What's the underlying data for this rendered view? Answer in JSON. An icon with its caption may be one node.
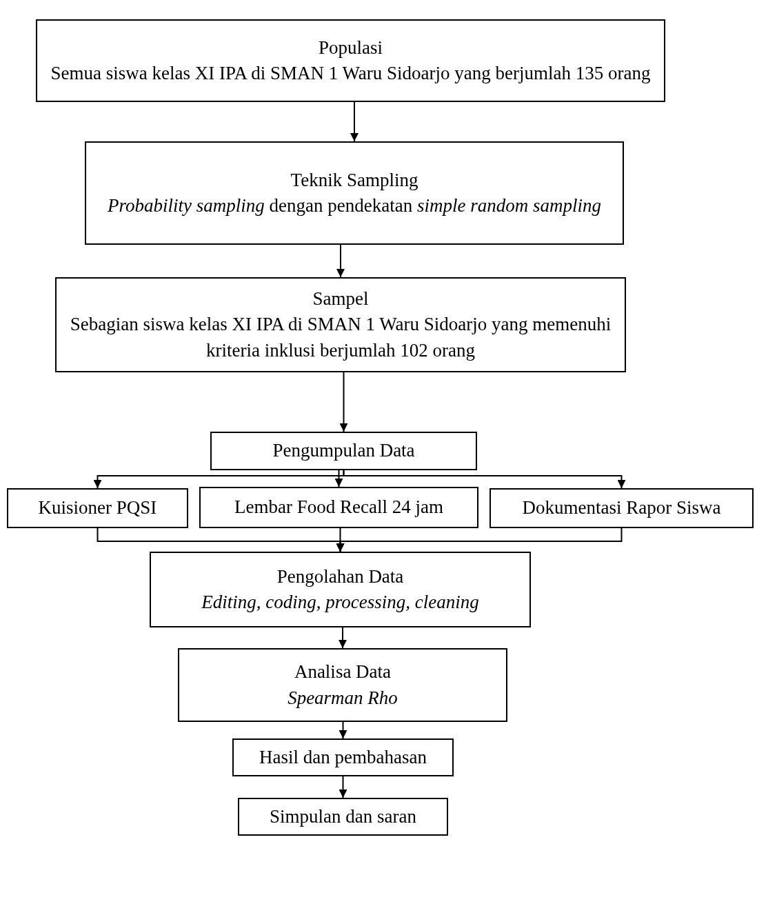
{
  "diagram": {
    "nodes": [
      {
        "text": [
          "Populasi",
          "Semua siswa kelas XI IPA di SMAN 1 Waru Sidoarjo yang berjumlah 135 orang"
        ]
      },
      {
        "text": [
          "Teknik Sampling",
          "*Probability sampling* dengan pendekatan *simple random sampling*"
        ]
      },
      {
        "text": [
          "Sampel",
          "Sebagian siswa kelas XI IPA di SMAN 1 Waru Sidoarjo yang memenuhi kriteria inklusi berjumlah 102 orang"
        ]
      },
      {
        "text": [
          "Pengumpulan Data"
        ]
      },
      {
        "text": [
          "Kuisioner PQSI"
        ]
      },
      {
        "text": [
          "Lembar Food Recall 24 jam"
        ]
      },
      {
        "text": [
          "Dokumentasi Rapor Siswa"
        ]
      },
      {
        "text": [
          "Pengolahan Data",
          "Editing, coding, processing, cleaning"
        ]
      },
      {
        "text": [
          "Analisa Data",
          "Spearman Rho"
        ]
      },
      {
        "text": [
          "Hasil dan pembahasan"
        ]
      },
      {
        "text": [
          "Simpulan dan saran"
        ]
      }
    ],
    "edges": [
      {
        "from": 0,
        "to": 1,
        "arrow": "to"
      },
      {
        "from": 1,
        "to": 2,
        "arrow": "to"
      },
      {
        "from": 2,
        "to": 3,
        "arrow": "to"
      },
      {
        "from": 3,
        "to": 4,
        "arrow": "to"
      },
      {
        "from": 3,
        "to": 5,
        "arrow": "to"
      },
      {
        "from": 3,
        "to": 6,
        "arrow": "to"
      },
      {
        "from": 4,
        "to": 7,
        "arrow": "to"
      },
      {
        "from": 5,
        "to": 7,
        "arrow": "to"
      },
      {
        "from": 6,
        "to": 7,
        "arrow": "to"
      },
      {
        "from": 7,
        "to": 8,
        "arrow": "to"
      },
      {
        "from": 8,
        "to": 9,
        "arrow": "to"
      },
      {
        "from": 9,
        "to": 10,
        "arrow": "to"
      }
    ]
  }
}
